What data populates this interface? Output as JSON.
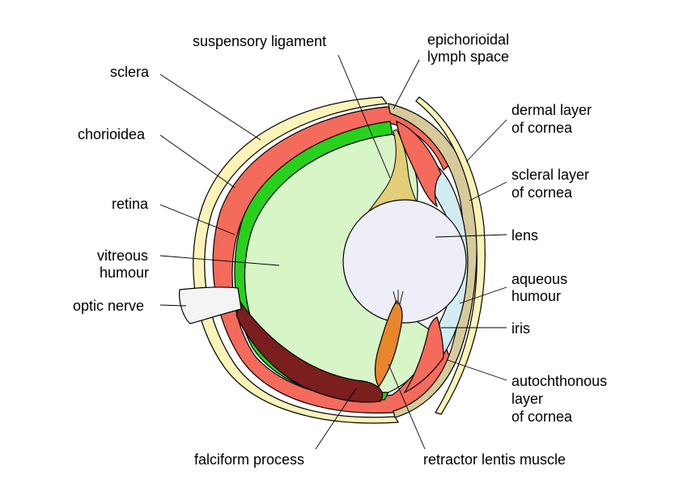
{
  "labels": {
    "suspensory_ligament": "suspensory ligament",
    "epichorioidal_1": "epichorioidal",
    "epichorioidal_2": "lymph space",
    "sclera": "sclera",
    "chorioidea": "chorioidea",
    "retina": "retina",
    "vitreous_1": "vitreous",
    "vitreous_2": "humour",
    "optic_nerve": "optic nerve",
    "dermal_1": "dermal layer",
    "dermal_2": "of cornea",
    "scleral_1": "scleral layer",
    "scleral_2": "of cornea",
    "lens": "lens",
    "aqueous_1": "aqueous",
    "aqueous_2": "humour",
    "iris": "iris",
    "autochthonous_1": "autochthonous",
    "autochthonous_2": "layer",
    "autochthonous_3": "of cornea",
    "falciform": "falciform process",
    "retractor": "retractor lentis muscle"
  },
  "colors": {
    "sclera_outer": "#fbf3b8",
    "sclera": "#f46a5b",
    "chorioidea": "#27d11b",
    "vitreous": "#d8f5c8",
    "lens": "#eeeef8",
    "aqueous": "#d0ecf2",
    "autochthonous": "#d6c99a",
    "ligament": "#e2cd78",
    "falciform": "#7a1e1e",
    "muscle": "#e8862a",
    "outline": "#000000"
  }
}
